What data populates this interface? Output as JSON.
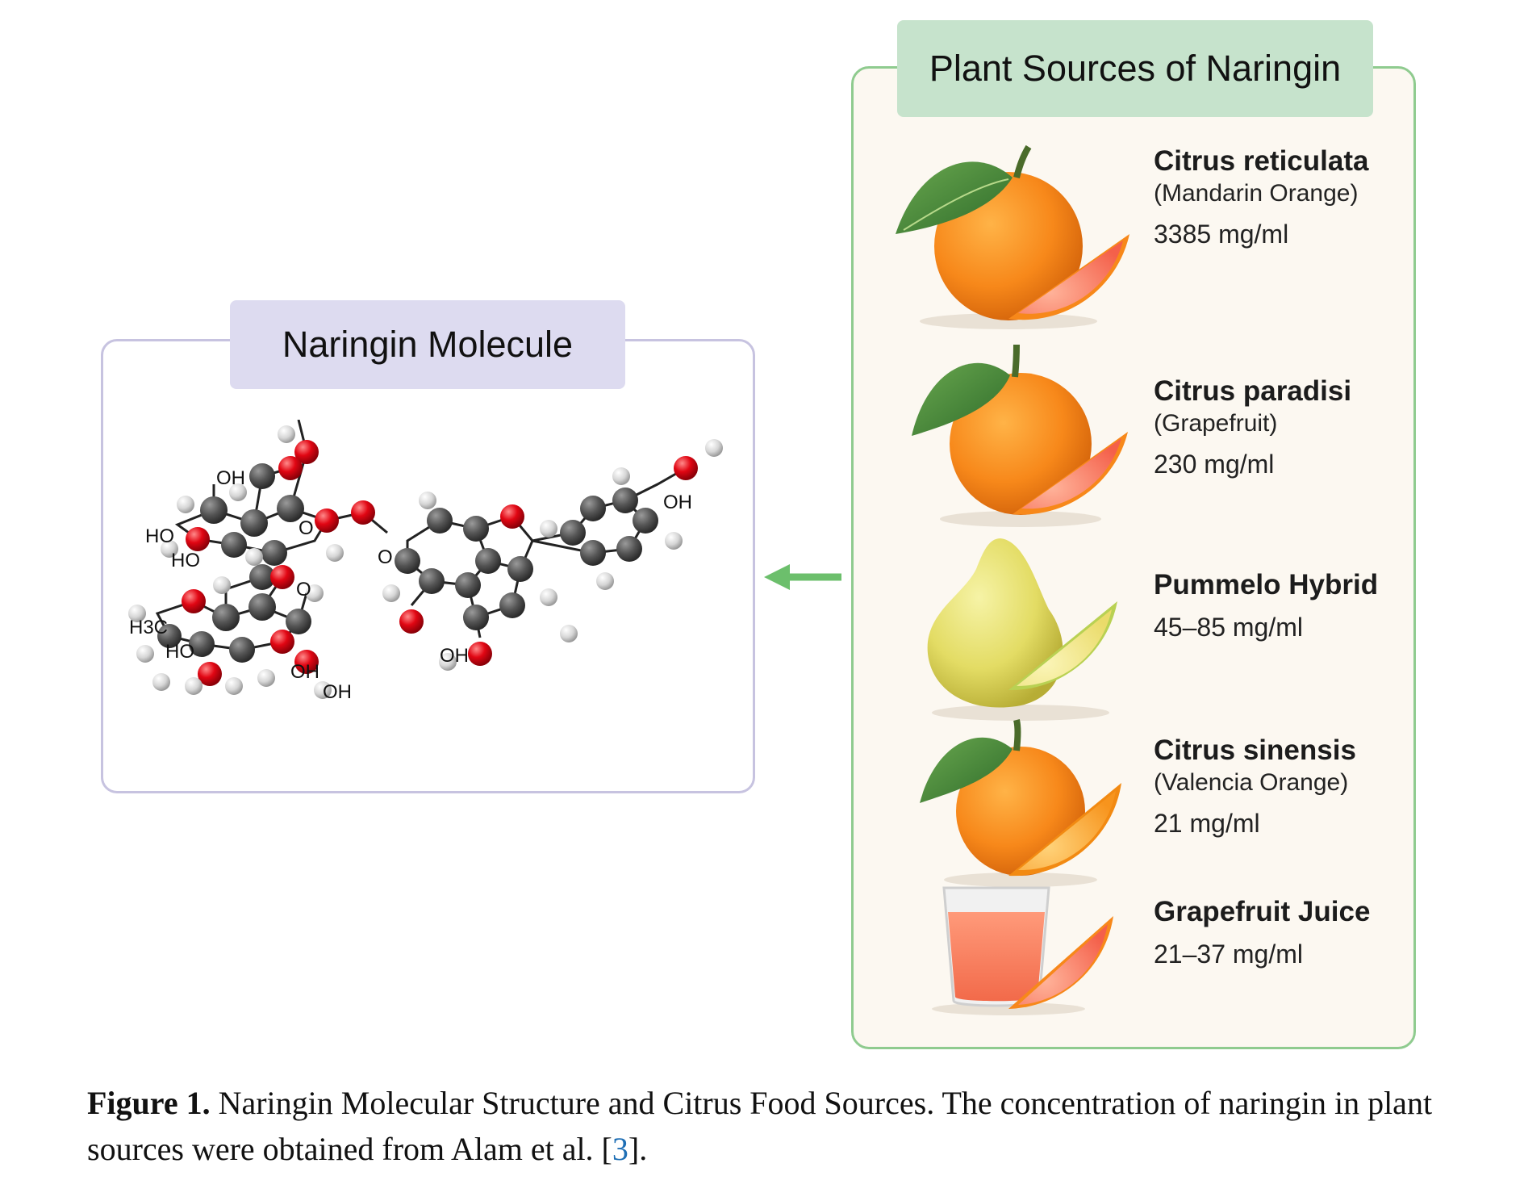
{
  "left_panel": {
    "title": "Naringin Molecule",
    "atom_labels": {
      "oh_top": "OH",
      "ho_left_1": "HO",
      "ho_left_2": "HO",
      "h3c": "H3C",
      "ho_lower": "HO",
      "oh_lower_1": "OH",
      "oh_lower_2": "OH",
      "oh_ring": "OH",
      "oh_right": "OH",
      "o_ring_1": "O",
      "o_ring_2": "O",
      "o_link": "O"
    }
  },
  "right_panel": {
    "title": "Plant Sources of Naringin",
    "sources": [
      {
        "name": "Citrus reticulata",
        "common": "(Mandarin Orange)",
        "concentration": "3385 mg/ml",
        "icon": "mandarin-orange-icon"
      },
      {
        "name": "Citrus paradisi",
        "common": "(Grapefruit)",
        "concentration": "230 mg/ml",
        "icon": "grapefruit-icon"
      },
      {
        "name": "Pummelo Hybrid",
        "common": "",
        "concentration": "45–85 mg/ml",
        "icon": "pummelo-icon"
      },
      {
        "name": "Citrus sinensis",
        "common": "(Valencia Orange)",
        "concentration": "21 mg/ml",
        "icon": "valencia-orange-icon"
      },
      {
        "name": "Grapefruit Juice",
        "common": "",
        "concentration": "21–37 mg/ml",
        "icon": "juice-glass-icon"
      }
    ]
  },
  "caption": {
    "label": "Figure 1.",
    "text": "Naringin Molecular Structure and Citrus Food Sources. The concentration of naringin in plant sources were obtained from Alam et al. [",
    "ref": "3",
    "end": "]."
  },
  "colors": {
    "left_border": "#c7c3e0",
    "left_title_bg": "#dddbf0",
    "right_border": "#8fcb8f",
    "right_title_bg": "#c6e3cc",
    "arrow": "#6cbf6c",
    "oxygen": "#e10613",
    "carbon": "#5a5a5a",
    "hydrogen": "#d9d9d9"
  }
}
